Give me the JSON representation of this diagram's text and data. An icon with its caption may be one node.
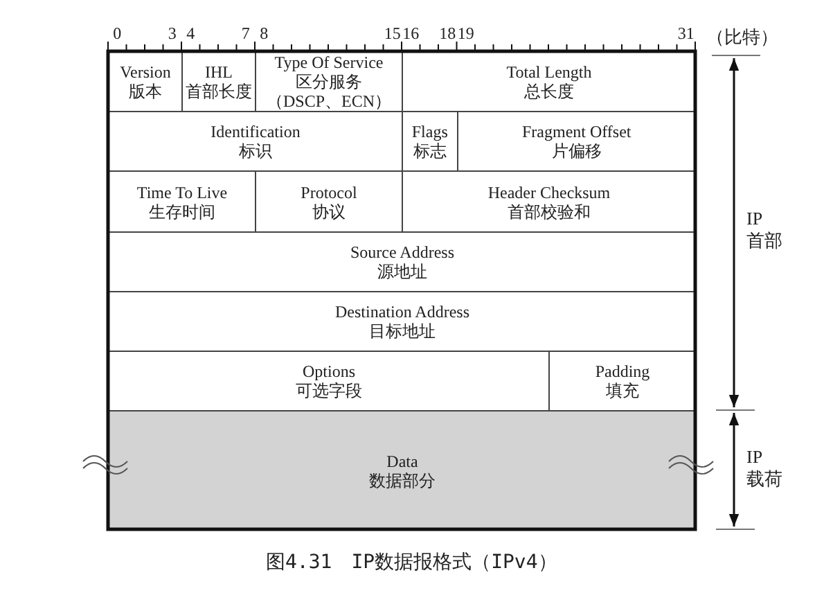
{
  "diagram": {
    "caption": "图4.31　IP数据报格式（IPv4）",
    "nodes": [
      {
        "text": [
          "Version",
          "版本"
        ]
      },
      {
        "text": [
          "IHL",
          "首部长度"
        ]
      },
      {
        "text": [
          "Type Of Service",
          "区分服务",
          "（DSCP、ECN）"
        ]
      },
      {
        "text": [
          "Total Length",
          "总长度"
        ]
      },
      {
        "text": [
          "Identification",
          "标识"
        ]
      },
      {
        "text": [
          "Flags",
          "标志"
        ]
      },
      {
        "text": [
          "Fragment Offset",
          "片偏移"
        ]
      },
      {
        "text": [
          "Time To Live",
          "生存时间"
        ]
      },
      {
        "text": [
          "Protocol",
          "协议"
        ]
      },
      {
        "text": [
          "Header Checksum",
          "首部校验和"
        ]
      },
      {
        "text": [
          "Source Address",
          "源地址"
        ]
      },
      {
        "text": [
          "Destination Address",
          "目标地址"
        ]
      },
      {
        "text": [
          "Options",
          "可选字段"
        ]
      },
      {
        "text": [
          "Padding",
          "填充"
        ]
      },
      {
        "text": [
          "Data",
          "数据部分"
        ]
      }
    ],
    "labels": [
      "0",
      "3",
      "4",
      "7",
      "8",
      "15",
      "16",
      "18",
      "19",
      "31",
      "（比特）",
      "IP 首部",
      "IP 载荷"
    ]
  }
}
